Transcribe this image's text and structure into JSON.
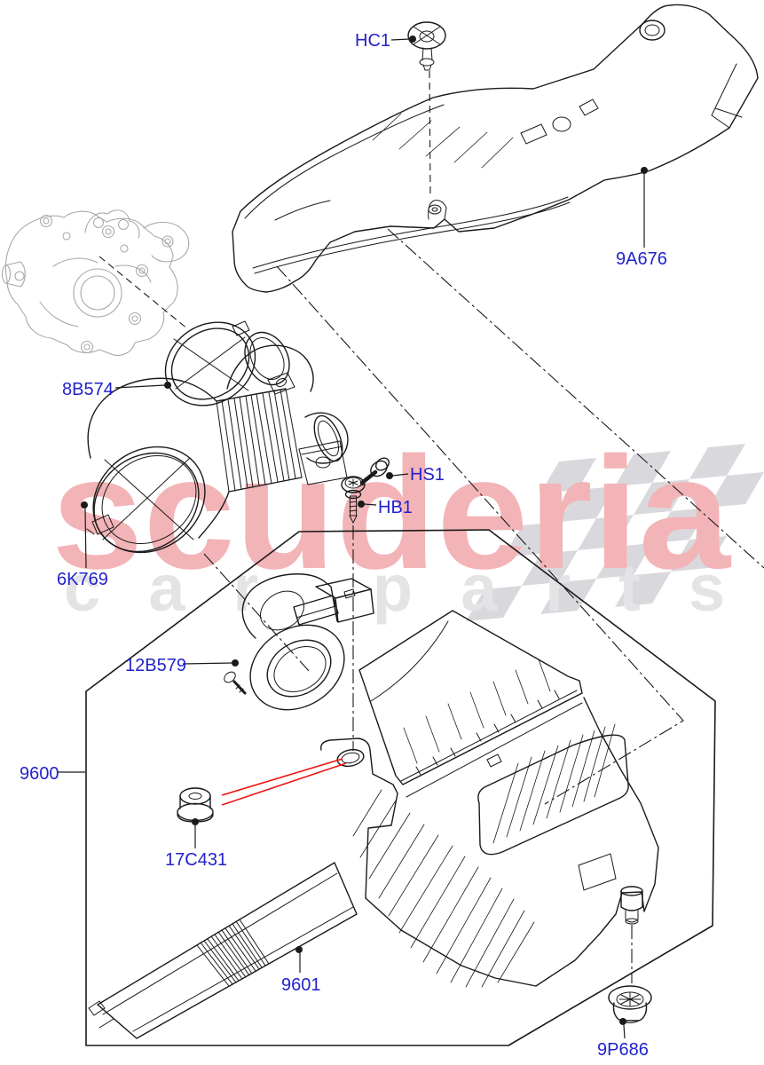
{
  "watermark": {
    "brand": "scuderia",
    "tagline": "car parts"
  },
  "callouts": {
    "hc1": "HC1",
    "duct": "9A676",
    "hose_clamp": "8B574",
    "screw_hs1": "HS1",
    "bolt_hb1": "HB1",
    "air_hose": "6K769",
    "maf_sensor": "12B579",
    "air_cleaner": "9600",
    "grommet_front": "17C431",
    "filter_element": "9601",
    "grommet_lower": "9P686"
  },
  "colors": {
    "callout": "#2222cc",
    "line": "#1a1a1a",
    "ghost": "#a9a9ad",
    "red": "#ee1111",
    "brand": "#f3b4b7",
    "tagline": "#e4e4e7",
    "flag": "#d9d9dd",
    "bg": "#ffffff"
  }
}
